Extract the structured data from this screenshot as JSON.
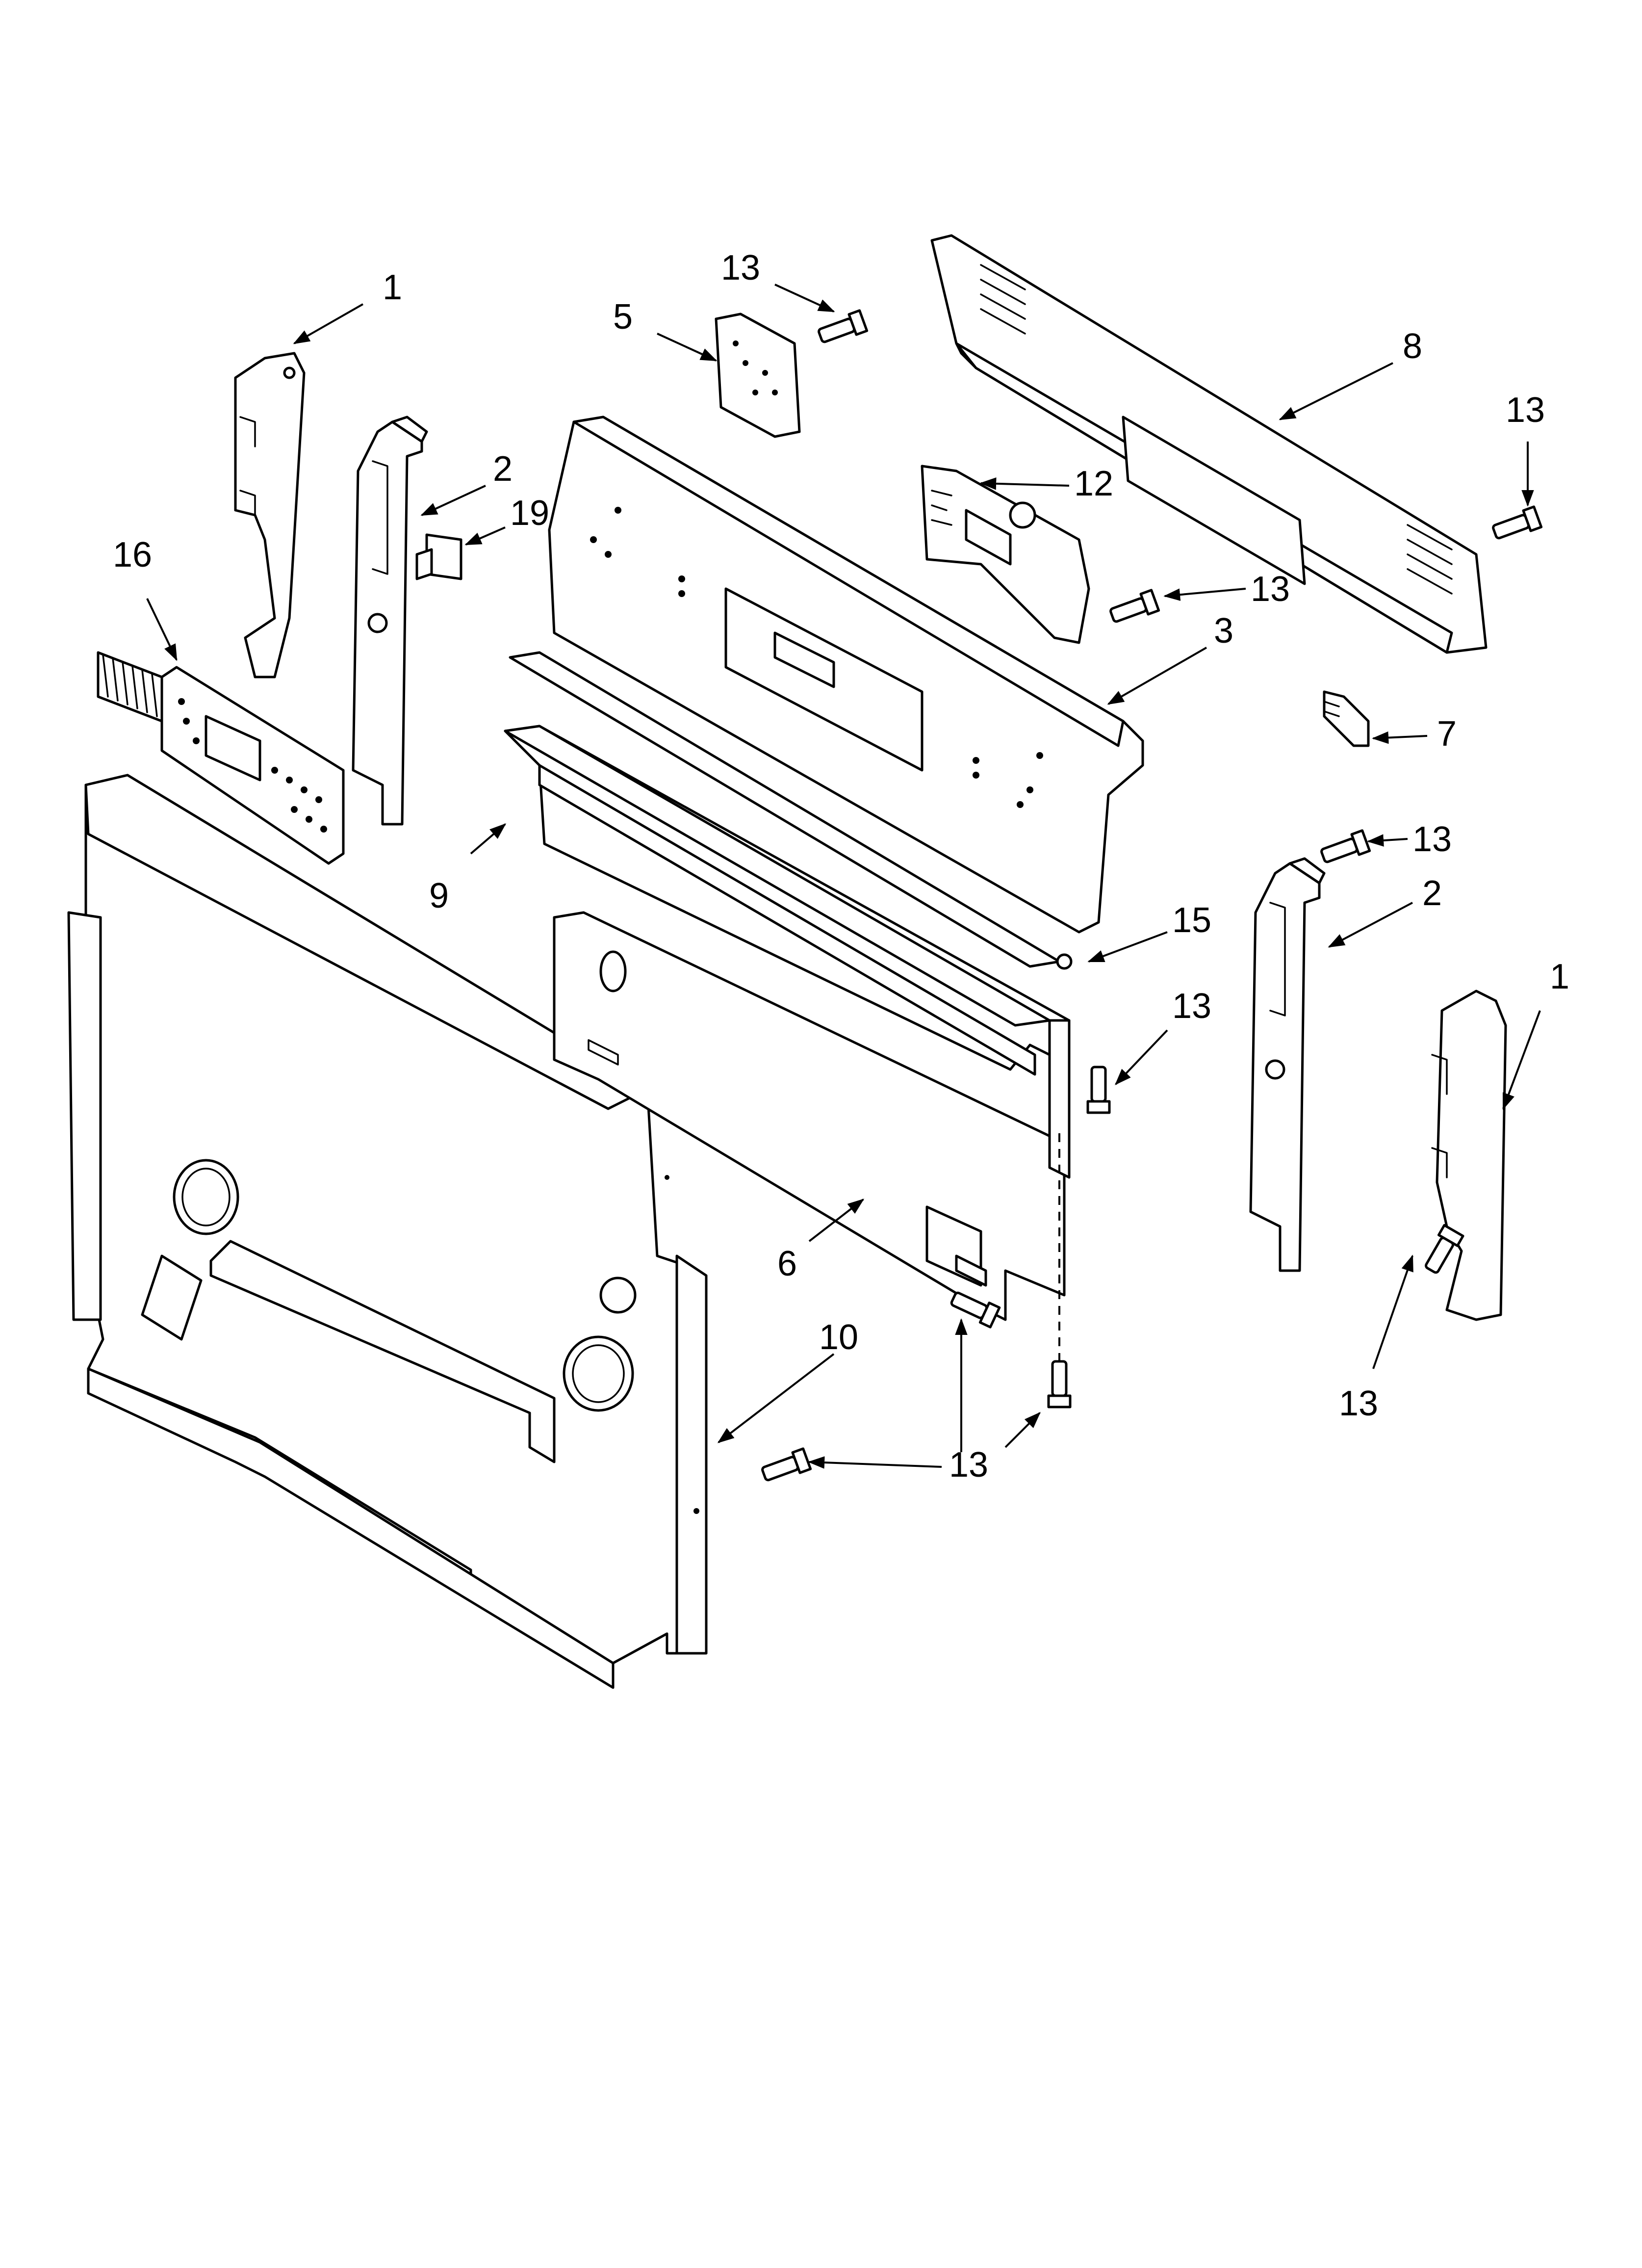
{
  "diagram": {
    "colors": {
      "line": "#000000",
      "background": "#ffffff"
    },
    "callouts": [
      {
        "id": "c1-top",
        "label": "1"
      },
      {
        "id": "c13-top",
        "label": "13"
      },
      {
        "id": "c5",
        "label": "5"
      },
      {
        "id": "c8",
        "label": "8"
      },
      {
        "id": "c13-right-top",
        "label": "13"
      },
      {
        "id": "c2-left",
        "label": "2"
      },
      {
        "id": "c19",
        "label": "19"
      },
      {
        "id": "c12",
        "label": "12"
      },
      {
        "id": "c16",
        "label": "16"
      },
      {
        "id": "c13-board",
        "label": "13"
      },
      {
        "id": "c3",
        "label": "3"
      },
      {
        "id": "c7",
        "label": "7"
      },
      {
        "id": "c13-right-mid",
        "label": "13"
      },
      {
        "id": "c2-right",
        "label": "2"
      },
      {
        "id": "c9",
        "label": "9"
      },
      {
        "id": "c15",
        "label": "15"
      },
      {
        "id": "c1-right",
        "label": "1"
      },
      {
        "id": "c13-center",
        "label": "13"
      },
      {
        "id": "c6",
        "label": "6"
      },
      {
        "id": "c10",
        "label": "10"
      },
      {
        "id": "c13-bottom-right",
        "label": "13"
      },
      {
        "id": "c13-bottom",
        "label": "13"
      }
    ]
  }
}
